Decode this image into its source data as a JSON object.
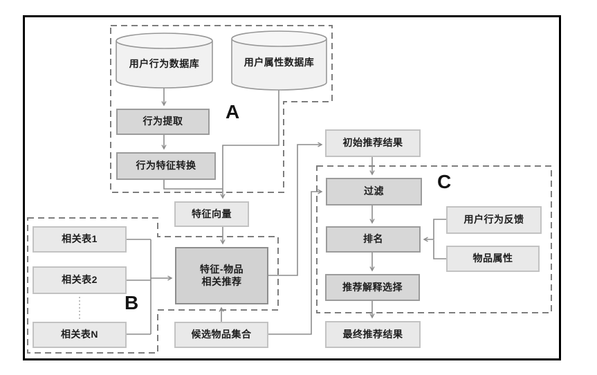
{
  "diagram": {
    "section_labels": {
      "a": "A",
      "b": "B",
      "c": "C"
    },
    "databases": [
      {
        "id": "user-behavior-db",
        "label": "用户行为数据库"
      },
      {
        "id": "user-attribute-db",
        "label": "用户属性数据库"
      }
    ],
    "nodes": {
      "behavior_extract": "行为提取",
      "behavior_feature_convert": "行为特征转换",
      "feature_vector": "特征向量",
      "feature_item_rec_line1": "特征-物品",
      "feature_item_rec_line2": "相关推荐",
      "candidate_item_set": "候选物品集合",
      "related_table_1": "相关表1",
      "related_table_2": "相关表2",
      "related_table_n": "相关表N",
      "initial_rec_result": "初始推荐结果",
      "filter": "过滤",
      "ranking": "排名",
      "rec_explanation_select": "推荐解释选择",
      "final_rec_result": "最终推荐结果",
      "user_behavior_feedback": "用户行为反馈",
      "item_attribute": "物品属性"
    },
    "edges": [
      {
        "from": "user-behavior-db",
        "to": "behavior-extract"
      },
      {
        "from": "behavior-extract",
        "to": "behavior-feature-convert"
      },
      {
        "from": "behavior-feature-convert",
        "to": "feature-vector"
      },
      {
        "from": "user-attribute-db",
        "to": "feature-vector"
      },
      {
        "from": "feature-vector",
        "to": "feature-item-rec"
      },
      {
        "from": "related-tables",
        "to": "feature-item-rec"
      },
      {
        "from": "candidate-item-set",
        "to": "feature-item-rec"
      },
      {
        "from": "feature-item-rec",
        "to": "initial-rec-result"
      },
      {
        "from": "initial-rec-result",
        "to": "filter"
      },
      {
        "from": "candidate-item-set",
        "to": "filter"
      },
      {
        "from": "filter",
        "to": "ranking"
      },
      {
        "from": "user-behavior-feedback",
        "to": "ranking"
      },
      {
        "from": "item-attribute",
        "to": "ranking"
      },
      {
        "from": "ranking",
        "to": "rec-explanation-select"
      },
      {
        "from": "rec-explanation-select",
        "to": "final-rec-result"
      }
    ],
    "colors": {
      "frame": "#000000",
      "dashed_outline": "#7d7d7d",
      "connector": "#8c8c8c",
      "shaded_fill": "#d7d7d7",
      "shaded_border": "#9b9b9b",
      "light_fill": "#e9e9e9",
      "light_border": "#c2c2c2",
      "cylinder_fill": "#f1f1f1"
    }
  }
}
